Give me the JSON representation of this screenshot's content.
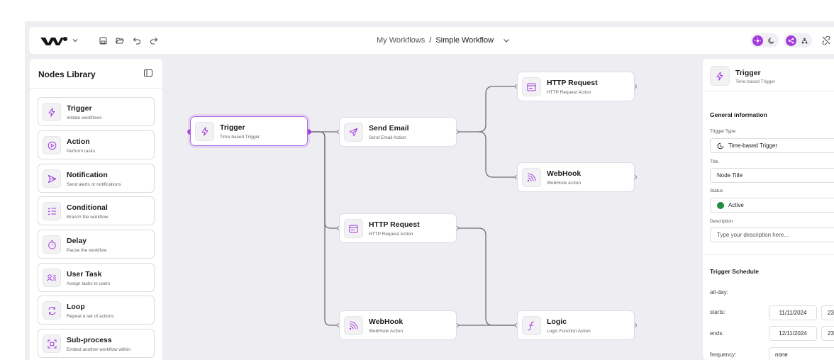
{
  "breadcrumb": {
    "parent": "My Workflows",
    "separator": "/",
    "current": "Simple Workflow"
  },
  "colors": {
    "accent": "#a43bdc",
    "canvas": "#eeeef2",
    "active_status": "#1e8e3e"
  },
  "library": {
    "title": "Nodes Library",
    "items": [
      {
        "title": "Trigger",
        "subtitle": "Initiate workflows",
        "icon": "bolt-icon"
      },
      {
        "title": "Action",
        "subtitle": "Perform tasks",
        "icon": "play-circle-icon"
      },
      {
        "title": "Notification",
        "subtitle": "Send alerts or notifications",
        "icon": "send-icon"
      },
      {
        "title": "Conditional",
        "subtitle": "Branch the workflow",
        "icon": "checklist-icon"
      },
      {
        "title": "Delay",
        "subtitle": "Pause the workflow",
        "icon": "timer-icon"
      },
      {
        "title": "User Task",
        "subtitle": "Assign tasks to users",
        "icon": "user-list-icon"
      },
      {
        "title": "Loop",
        "subtitle": "Repeat a set of actions",
        "icon": "loop-icon"
      },
      {
        "title": "Sub-process",
        "subtitle": "Embed another workflow within",
        "icon": "subprocess-icon"
      }
    ]
  },
  "nodes": [
    {
      "id": "trigger",
      "title": "Trigger",
      "subtitle": "Time-based Trigger",
      "icon": "bolt-icon"
    },
    {
      "id": "send-email",
      "title": "Send Email",
      "subtitle": "Send Email Action",
      "icon": "send-icon"
    },
    {
      "id": "http-request-1",
      "title": "HTTP Request",
      "subtitle": "HTTP Request Action",
      "icon": "browser-icon"
    },
    {
      "id": "webhook-1",
      "title": "WebHook",
      "subtitle": "WebHook Action",
      "icon": "webhook-icon"
    },
    {
      "id": "http-request-2",
      "title": "HTTP Request",
      "subtitle": "HTTP Request Action",
      "icon": "browser-icon"
    },
    {
      "id": "webhook-2",
      "title": "WebHook",
      "subtitle": "WebHook Action",
      "icon": "webhook-icon"
    },
    {
      "id": "logic",
      "title": "Logic",
      "subtitle": "Logic Function Action",
      "icon": "function-icon"
    }
  ],
  "panel": {
    "title": "Trigger",
    "subtitle": "Time-based Trigger",
    "general_heading": "General information",
    "trigger_type_label": "Trigger Type",
    "trigger_type_value": "Time-based Trigger",
    "title_label": "Title",
    "title_value": "Node Title",
    "status_label": "Status",
    "status_value": "Active",
    "description_label": "Description",
    "description_placeholder": "Type your description here...",
    "schedule_heading": "Trigger Schedule",
    "all_day_label": "all-day:",
    "starts_label": "starts:",
    "starts_date": "11/11/2024",
    "starts_time": "23",
    "ends_label": "ends:",
    "ends_date": "12/11/2024",
    "ends_time": "23",
    "frequency_label": "frequency:",
    "frequency_value": "none"
  }
}
